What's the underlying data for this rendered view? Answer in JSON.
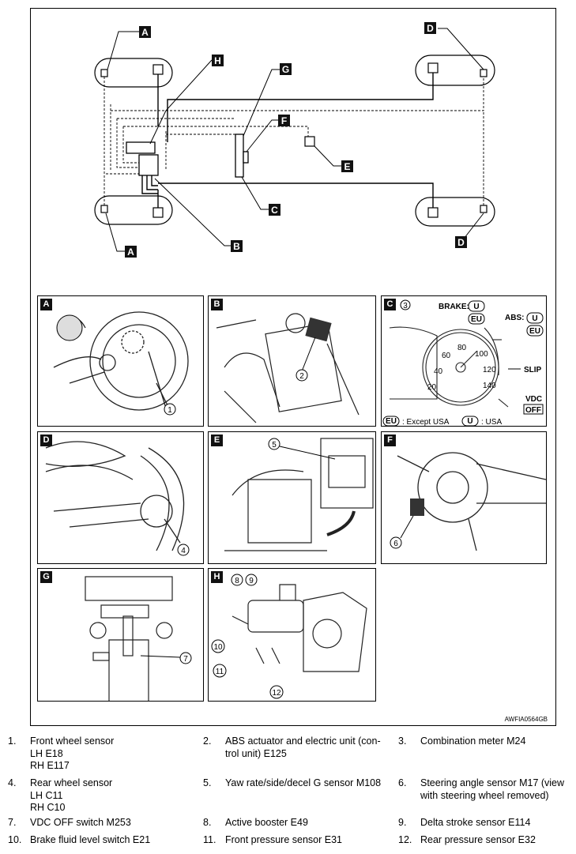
{
  "layout_labels": {
    "A": "A",
    "B": "B",
    "C": "C",
    "D": "D",
    "E": "E",
    "F": "F",
    "G": "G",
    "H": "H"
  },
  "callouts": [
    "1",
    "2",
    "3",
    "4",
    "5",
    "6",
    "7",
    "8",
    "9",
    "10",
    "11",
    "12"
  ],
  "meter": {
    "brake": "BRAKE:",
    "abs": "ABS:",
    "slip": "SLIP",
    "vdc": "VDC",
    "off": "OFF",
    "u": "U",
    "eu": "EU",
    "except_usa": ": Except USA",
    "usa": ": USA",
    "speed_ticks": [
      "20",
      "40",
      "60",
      "80",
      "100",
      "120",
      "140"
    ]
  },
  "figure_id": "AWFIA0564GB",
  "legend": [
    {
      "num": "1.",
      "lines": [
        "Front wheel sensor",
        "LH E18",
        "RH E117"
      ]
    },
    {
      "num": "2.",
      "lines": [
        "ABS actuator and electric unit (con-",
        "trol unit) E125"
      ]
    },
    {
      "num": "3.",
      "lines": [
        "Combination meter M24"
      ]
    },
    {
      "num": "4.",
      "lines": [
        "Rear wheel sensor",
        "LH C11",
        "RH C10"
      ]
    },
    {
      "num": "5.",
      "lines": [
        "Yaw rate/side/decel G sensor M108"
      ]
    },
    {
      "num": "6.",
      "lines": [
        "Steering angle sensor M17 (view",
        "with steering wheel removed)"
      ]
    },
    {
      "num": "7.",
      "lines": [
        "VDC OFF switch M253"
      ]
    },
    {
      "num": "8.",
      "lines": [
        "Active booster E49"
      ]
    },
    {
      "num": "9.",
      "lines": [
        "Delta stroke sensor E114"
      ]
    },
    {
      "num": "10.",
      "lines": [
        "Brake fluid level switch E21"
      ]
    },
    {
      "num": "11.",
      "lines": [
        "Front pressure sensor E31"
      ]
    },
    {
      "num": "12.",
      "lines": [
        "Rear pressure sensor E32"
      ]
    }
  ]
}
